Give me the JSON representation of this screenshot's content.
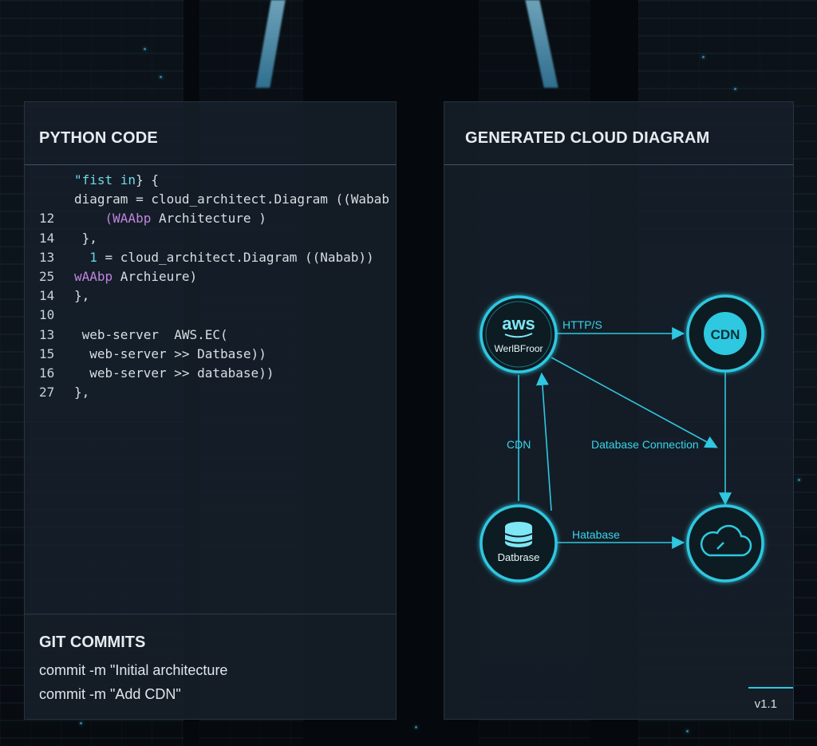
{
  "code_panel": {
    "title": "PYTHON CODE",
    "lines": [
      {
        "num": "",
        "parts": [
          {
            "t": "\"fist in",
            "c": "str"
          },
          {
            "t": "} {",
            "c": ""
          }
        ]
      },
      {
        "num": "",
        "parts": [
          {
            "t": "diagram = cloud_architect.Diagram ((Wabab",
            "c": ""
          }
        ]
      },
      {
        "num": "12",
        "parts": [
          {
            "t": "    ",
            "c": ""
          },
          {
            "t": "(WAAbp",
            "c": "purple"
          },
          {
            "t": " Architecture )",
            "c": ""
          }
        ]
      },
      {
        "num": "14",
        "parts": [
          {
            "t": " },",
            "c": ""
          }
        ]
      },
      {
        "num": "13",
        "parts": [
          {
            "t": "  ",
            "c": ""
          },
          {
            "t": "1",
            "c": "num"
          },
          {
            "t": " = cloud_architect.Diagram ((Nabab))",
            "c": ""
          }
        ]
      },
      {
        "num": "25",
        "parts": [
          {
            "t": "",
            "c": ""
          },
          {
            "t": "wAAbp",
            "c": "purple"
          },
          {
            "t": " Archieure)",
            "c": ""
          }
        ]
      },
      {
        "num": "14",
        "parts": [
          {
            "t": "},",
            "c": ""
          }
        ]
      },
      {
        "num": "10",
        "parts": []
      },
      {
        "num": "13",
        "parts": [
          {
            "t": " web-server  AWS.EC(",
            "c": ""
          }
        ]
      },
      {
        "num": "15",
        "parts": [
          {
            "t": "  web-server >> Datbase))",
            "c": ""
          }
        ]
      },
      {
        "num": "16",
        "parts": [
          {
            "t": "  web-server >> database))",
            "c": ""
          }
        ]
      },
      {
        "num": "27",
        "parts": [
          {
            "t": "},",
            "c": ""
          }
        ]
      }
    ]
  },
  "git_panel": {
    "title": "GIT COMMITS",
    "commits": [
      "commit -m \"Initial architecture",
      "commit -m \"Add CDN\""
    ]
  },
  "diagram_panel": {
    "title": "GENERATED CLOUD DIAGRAM",
    "version": "v1.1",
    "nodes": {
      "aws": {
        "logo": "aws",
        "label": "WerlBFroor"
      },
      "cdn": {
        "label": "CDN"
      },
      "database": {
        "label": "Datbrase"
      },
      "cloud": {
        "label": ""
      }
    },
    "edges": {
      "aws_cdn": "HTTP/S",
      "aws_db_label": "CDN",
      "aws_cloud": "Database Connection",
      "db_cloud": "Hatabase"
    },
    "accent_color": "#2ec8e0"
  }
}
